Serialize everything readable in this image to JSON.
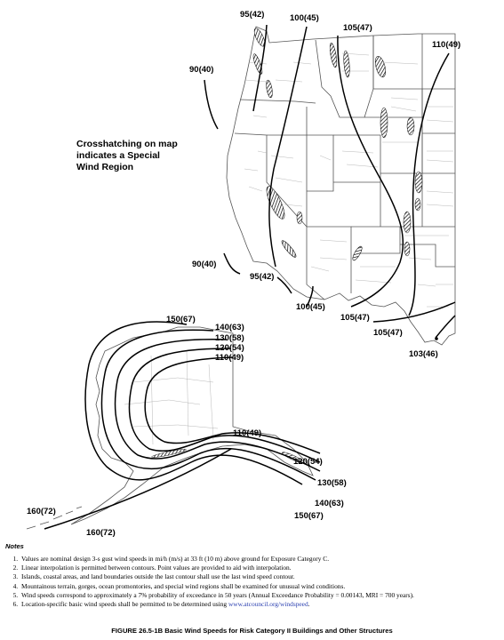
{
  "map": {
    "special_region_note": [
      "Crosshatching on map",
      "indicates a Special",
      "Wind Region"
    ],
    "contours_conus": [
      {
        "label": "95(42)"
      },
      {
        "label": "100(45)"
      },
      {
        "label": "105(47)"
      },
      {
        "label": "110(49)"
      },
      {
        "label": "90(40)"
      },
      {
        "label": "90(40)"
      },
      {
        "label": "95(42)"
      },
      {
        "label": "100(45)"
      },
      {
        "label": "105(47)"
      },
      {
        "label": "105(47)"
      },
      {
        "label": "103(46)"
      }
    ],
    "contours_alaska": [
      {
        "label": "150(67)"
      },
      {
        "label": "140(63)"
      },
      {
        "label": "130(58)"
      },
      {
        "label": "120(54)"
      },
      {
        "label": "110(49)"
      },
      {
        "label": "110(49)"
      },
      {
        "label": "120(54)"
      },
      {
        "label": "130(58)"
      },
      {
        "label": "140(63)"
      },
      {
        "label": "150(67)"
      },
      {
        "label": "160(72)"
      },
      {
        "label": "160(72)"
      }
    ]
  },
  "notes": {
    "heading": "Notes",
    "items": [
      "Values are nominal design 3-s gust wind speeds in mi/h (m/s) at 33 ft (10 m) above ground for Exposure Category C.",
      "Linear interpolation is permitted between contours. Point values are provided to aid with interpolation.",
      "Islands, coastal areas, and land boundaries outside the last contour shall use the last wind speed contour.",
      "Mountainous terrain, gorges, ocean promontories, and special wind regions shall be examined for unusual wind conditions.",
      "Wind speeds correspond to approximately a 7% probability of exceedance in 50 years (Annual Exceedance Probability = 0.00143, MRI = 700 years)."
    ],
    "last_item_text": "Location-specific basic wind speeds shall be permitted to be determined using ",
    "last_item_link": "www.atcouncil.org/windspeed",
    "last_item_end": "."
  },
  "caption": "FIGURE 26.5-1B Basic Wind Speeds for Risk Category II Buildings and Other Structures",
  "colors": {
    "link": "#2a3fb0",
    "ink": "#000000",
    "border": "#444444"
  }
}
